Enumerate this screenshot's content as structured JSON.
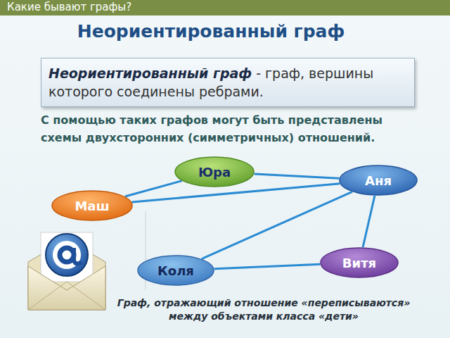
{
  "diagram": {
    "title": "Неориентированный граф",
    "caption": "Граф, отражающий отношение «переписываются» между объектами класса «дети»",
    "nodes": [
      {
        "text": [
          "Неориентированный граф",
          "- граф, вершины которого соединены ребрами."
        ]
      },
      {
        "text": [
          "Юра"
        ]
      },
      {
        "text": [
          "Аня"
        ]
      },
      {
        "text": [
          "Маш"
        ]
      },
      {
        "text": [
          "Витя"
        ]
      },
      {
        "text": [
          "Коля"
        ]
      }
    ],
    "edges": [
      {
        "from": 1,
        "to": 2,
        "arrow": "none"
      },
      {
        "from": 1,
        "to": 3,
        "arrow": "none"
      },
      {
        "from": 3,
        "to": 2,
        "arrow": "none"
      },
      {
        "from": 2,
        "to": 4,
        "arrow": "none"
      },
      {
        "from": 2,
        "to": 5,
        "arrow": "none"
      },
      {
        "from": 5,
        "to": 4,
        "arrow": "none"
      }
    ],
    "labels": [
      "Какие бывают графы?",
      "С помощью таких графов могут быть представлены схемы двухсторонних (симметричных) отношений."
    ]
  }
}
